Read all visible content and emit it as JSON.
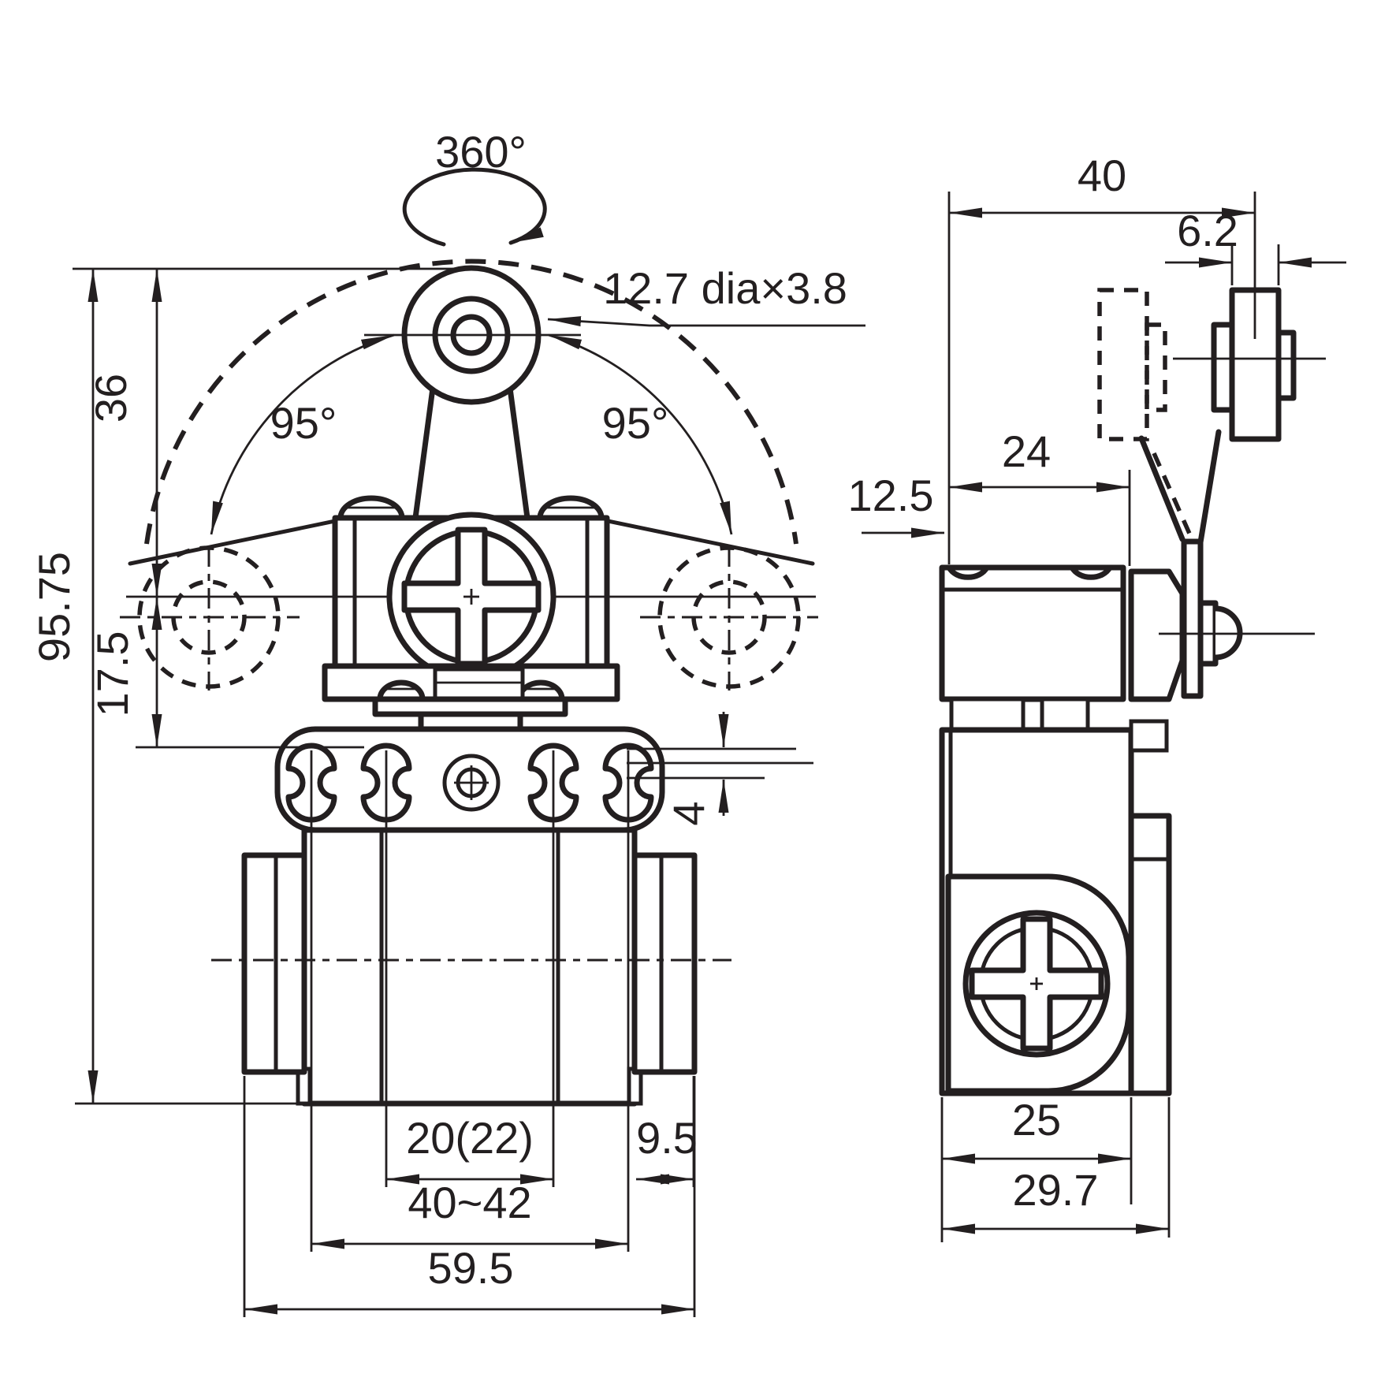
{
  "drawing": {
    "title": "Roller lever limit switch - dimension drawing",
    "colors": {
      "line": "#231f20",
      "background": "#ffffff"
    },
    "front_view": {
      "rotation_label": "360°",
      "roller_note": "12.7 dia×3.8",
      "swing_left": "95°",
      "swing_right": "95°",
      "dim_roller_top_to_pivot": "36",
      "dim_overall_height": "95.75",
      "dim_pivot_to_mount": "17.5",
      "dim_mount_slot_thickness": "4",
      "dim_conduit_spacing": "20(22)",
      "dim_side_offset": "9.5",
      "dim_mount_hole_span": "40~42",
      "dim_overall_width": "59.5"
    },
    "side_view": {
      "dim_overall_depth": "40",
      "dim_roller_thickness": "6.2",
      "dim_head_depth": "24",
      "dim_lever_plane_offset": "12.5",
      "dim_body_depth": "25",
      "dim_body_with_cover": "29.7"
    }
  }
}
